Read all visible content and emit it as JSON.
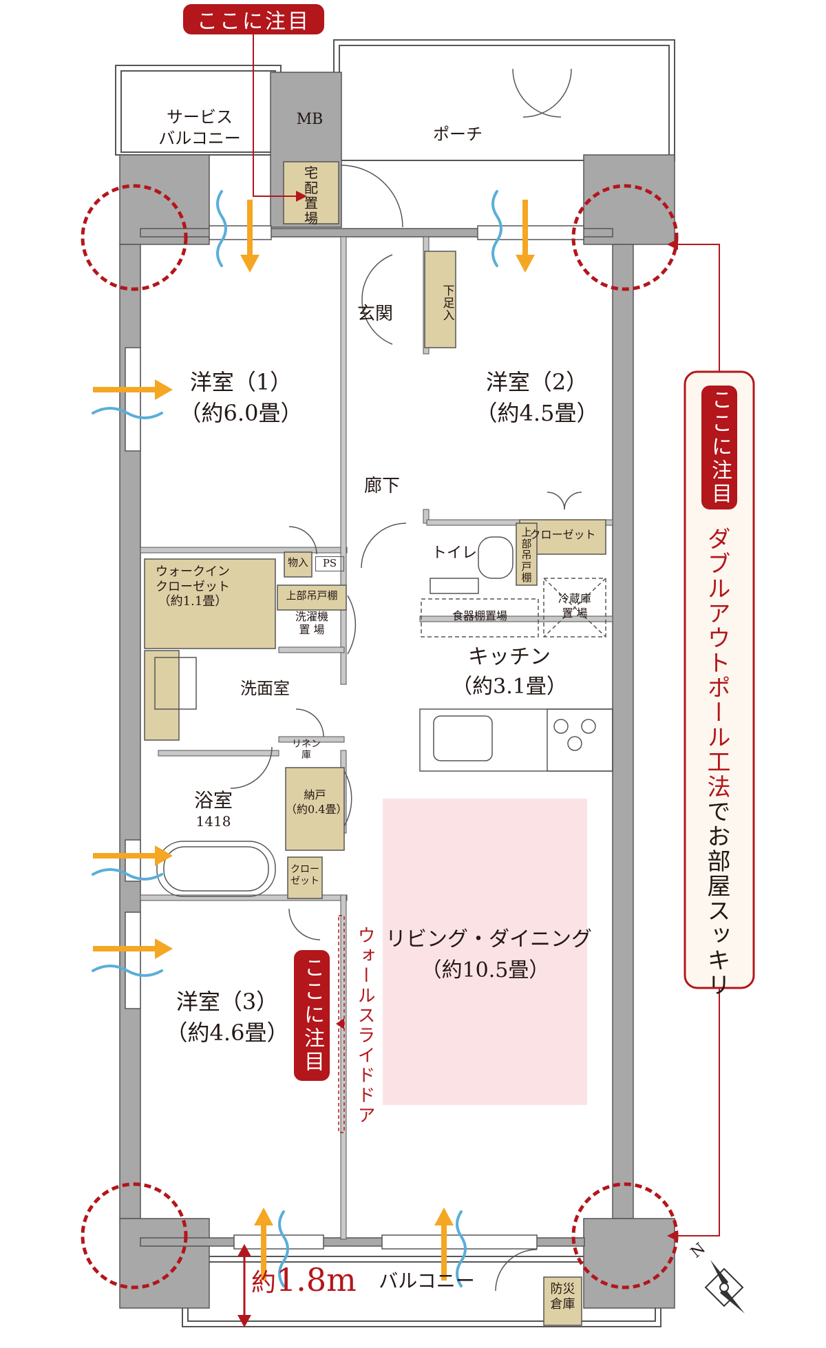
{
  "callouts": {
    "top": "ここに注目",
    "right": "ここに注目",
    "wall": "ここに注目"
  },
  "side_text": {
    "highlight": "ダブルアウトポール工法",
    "rest": "でお部屋スッキリ"
  },
  "wall_slide_door": "ウォールスライドドア",
  "rooms": {
    "service_balcony": "サービス\nバルコニー",
    "mb": "MB",
    "porch": "ポーチ",
    "delivery_box": "宅\n配\n置\n場",
    "entrance": "玄関",
    "shoe_box": "下\n足\n入",
    "western1_name": "洋室（1）",
    "western1_size": "（約6.0畳）",
    "western2_name": "洋室（2）",
    "western2_size": "（約4.5畳）",
    "hallway": "廊下",
    "toilet": "トイレ",
    "upper_shelf_v": "上\n部\n吊\n戸\n棚",
    "closet1": "クローゼット",
    "storage_in": "物入",
    "ps": "PS",
    "walkin_closet": "ウォークイン\nクローゼット\n（約1.1畳）",
    "upper_shelf": "上部吊戸棚",
    "washer": "洗濯機\n置 場",
    "cupboard": "食器棚置場",
    "fridge": "冷蔵庫\n置 場",
    "kitchen_name": "キッチン",
    "kitchen_size": "（約3.1畳）",
    "washroom": "洗面室",
    "linen": "リネン\n庫",
    "bathroom_name": "浴室",
    "bathroom_size": "1418",
    "nando": "納戸\n（約0.4畳）",
    "closet2": "クロー\nゼット",
    "living_name": "リビング・ダイニング",
    "living_size": "（約10.5畳）",
    "western3_name": "洋室（3）",
    "western3_size": "（約4.6畳）",
    "disaster_storage": "防災\n倉庫",
    "balcony": "バルコニー"
  },
  "dimension": {
    "prefix": "約",
    "value": "1.8m"
  },
  "compass": "N",
  "colors": {
    "accent": "#b3161b",
    "wall": "#a8a8a8",
    "storage": "#ded0a5",
    "living_highlight": "#fbe3e5",
    "wind_arrow": "#f5a623",
    "wind_wave": "#5aaed8"
  }
}
